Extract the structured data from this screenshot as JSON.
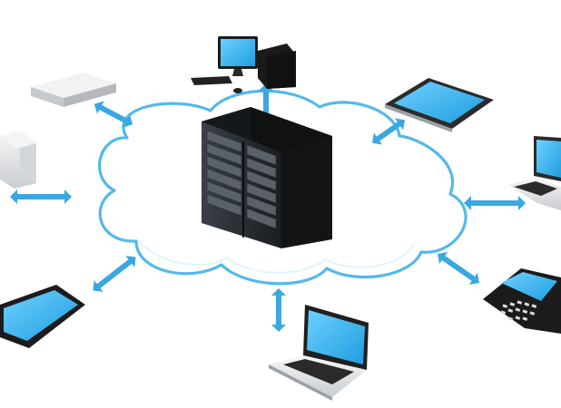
{
  "colors": {
    "background": "#ffffff",
    "accent": "#3aa8e0",
    "accent_light": "#bfe6f8",
    "cloud_stroke": "#55b8ea",
    "screen": "#37b3ee",
    "server_dark": "#1e2226",
    "device_silver": "#e6e8ea",
    "device_black": "#1c1c1c"
  },
  "diagram": {
    "hub": {
      "name": "server-rack-icon",
      "label": ""
    },
    "cloud": {
      "name": "network-cloud",
      "label": ""
    },
    "nodes": [
      {
        "name": "desktop-computer-icon",
        "label": ""
      },
      {
        "name": "tablet-icon",
        "label": ""
      },
      {
        "name": "laptop-right-icon",
        "label": ""
      },
      {
        "name": "smartphone-keyboard-icon",
        "label": ""
      },
      {
        "name": "laptop-bottom-icon",
        "label": ""
      },
      {
        "name": "smartphone-touch-icon",
        "label": ""
      },
      {
        "name": "storage-box-icon",
        "label": ""
      },
      {
        "name": "network-appliance-icon",
        "label": ""
      }
    ],
    "connections": [
      "hub-to-desktop",
      "hub-to-tablet",
      "hub-to-laptop-right",
      "hub-to-smartphone-keyboard",
      "hub-to-laptop-bottom",
      "hub-to-smartphone-touch",
      "hub-to-storage-box",
      "hub-to-network-appliance"
    ]
  }
}
